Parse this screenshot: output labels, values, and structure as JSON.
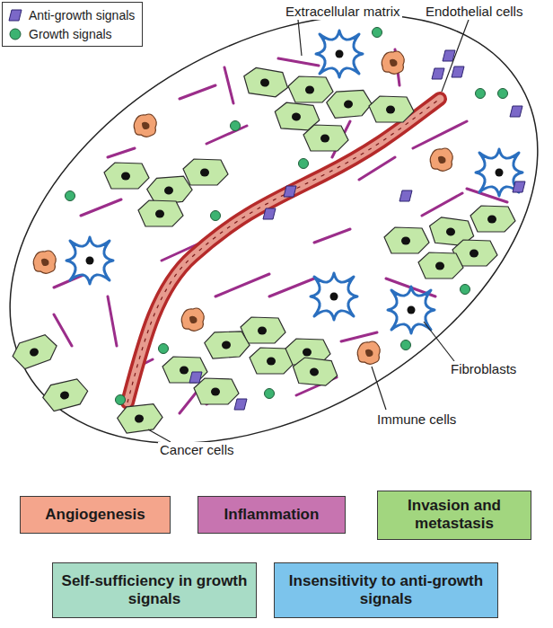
{
  "diagram": {
    "nodes": [
      {
        "text": [
          "Angiogenesis"
        ]
      },
      {
        "text": [
          "Inflammation"
        ]
      },
      {
        "text": [
          "Invasion and metastasis"
        ]
      },
      {
        "text": [
          "Self-sufficiency in growth signals"
        ]
      },
      {
        "text": [
          "Insensitivity to anti-growth signals"
        ]
      }
    ],
    "labels": [
      "Extracellular matrix",
      "Endothelial cells",
      "Fibroblasts",
      "Immune cells",
      "Cancer cells"
    ],
    "legend": [
      {
        "text": "Anti-growth signals"
      },
      {
        "text": "Growth signals"
      }
    ]
  }
}
